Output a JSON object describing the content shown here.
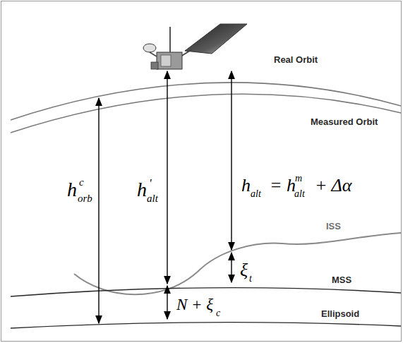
{
  "diagram": {
    "labels": [
      "Real Orbit",
      "Measured Orbit",
      "h",
      "c",
      "orb",
      "h",
      "'",
      "alt",
      "h",
      "alt",
      "= h",
      "m",
      "alt",
      "+ Δα",
      "ISS",
      "ξ",
      "t",
      "MSS",
      "N + ξ",
      "c",
      "Ellipsoid"
    ]
  }
}
